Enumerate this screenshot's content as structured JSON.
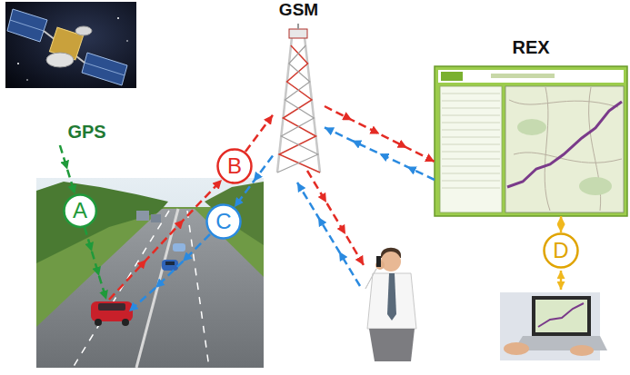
{
  "diagram": {
    "nodes": [
      {
        "text": [
          "GPS"
        ]
      },
      {
        "text": [
          "GSM"
        ]
      },
      {
        "text": [
          "REX"
        ]
      },
      {
        "text": [
          "A"
        ]
      },
      {
        "text": [
          "B"
        ]
      },
      {
        "text": [
          "C"
        ]
      },
      {
        "text": [
          "D"
        ]
      }
    ],
    "edges": [
      {
        "from": 0,
        "to": 3,
        "arrow": "to"
      },
      {
        "from": 4,
        "to": 1,
        "arrow": "to"
      },
      {
        "from": 1,
        "to": 5,
        "arrow": "to"
      },
      {
        "from": 1,
        "to": 2,
        "arrow": "to"
      },
      {
        "from": 2,
        "to": 1,
        "arrow": "to"
      },
      {
        "from": 2,
        "to": 6,
        "arrow": "both"
      }
    ]
  }
}
